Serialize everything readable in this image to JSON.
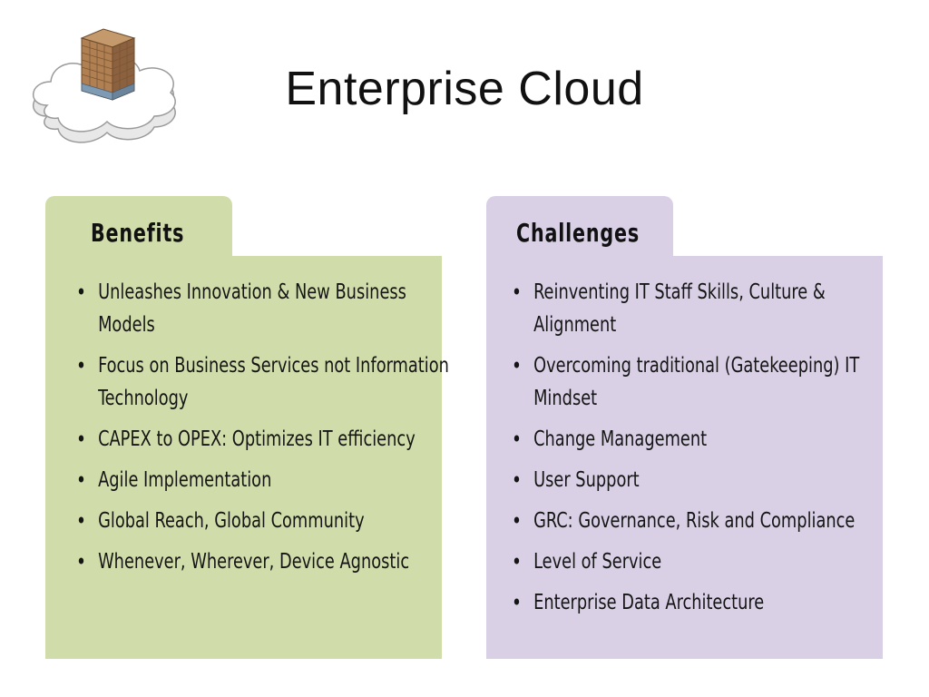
{
  "slide": {
    "title": "Enterprise Cloud",
    "logo_icon": "cloud-building-icon"
  },
  "benefits": {
    "heading": "Benefits",
    "color": "#d0ddab",
    "items": [
      "Unleashes Innovation & New Business Models",
      "Focus on Business Services not Information Technology",
      "CAPEX to OPEX: Optimizes IT efficiency",
      "Agile Implementation",
      "Global Reach, Global Community",
      "Whenever, Wherever, Device Agnostic"
    ]
  },
  "challenges": {
    "heading": "Challenges",
    "color": "#d9d0e6",
    "items": [
      "Reinventing IT Staff Skills, Culture & Alignment",
      "Overcoming traditional (Gatekeeping) IT Mindset",
      "Change Management",
      "User Support",
      "GRC: Governance, Risk and Compliance",
      "Level of Service",
      "Enterprise Data Architecture"
    ]
  }
}
